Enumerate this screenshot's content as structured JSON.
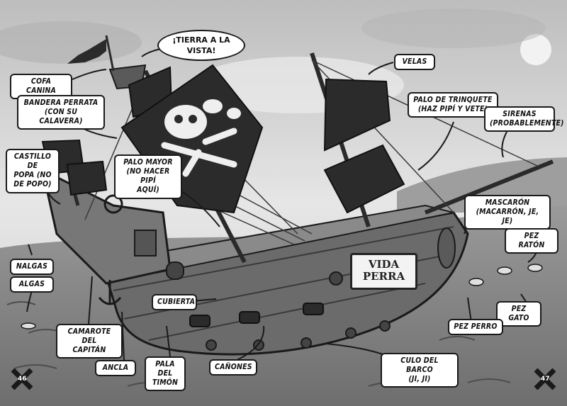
{
  "labels": {
    "cofa_canina": "COFA CANINA",
    "tierra_a_la_vista": "¡TIERRA A LA\nVISTA!",
    "velas": "VELAS",
    "bandera_perrata": "BANDERA PERRATA\n(CON SU CALAVERA)",
    "palo_de_trinquete": "PALO DE TRINQUETE\n(HAZ PIPÍ Y VETE)",
    "sirenas": "SIRENAS\n(PROBABLEMENTE)",
    "castillo_de_popa": "CASTILLO DE\nPOPA (NO\nDE POPO)",
    "palo_mayor": "PALO MAYOR\n(NO HACER PIPÍ\nAQUÍ)",
    "mascaron": "MASCARÓN\n(MACARRÓN, JE, JE)",
    "pez_raton": "PEZ RATÓN",
    "nalgas": "NALGAS",
    "algas": "ALGAS",
    "cubierta": "CUBIERTA",
    "pez_gato": "PEZ GATO",
    "pez_perro": "PEZ PERRO",
    "camarote_del_capitan": "CAMAROTE DEL\nCAPITÁN",
    "ancla": "ANCLA",
    "pala_del_timon": "PALA DEL\nTIMÓN",
    "canones": "CAÑONES",
    "culo_del_barco": "CULO DEL BARCO\n(JI, JI)"
  },
  "ship_name": "VIDA\nPERRA",
  "page_numbers": {
    "left": "46",
    "right": "47"
  },
  "colors": {
    "sky": "#d9d9d9",
    "sea": "#8c8c8c",
    "hull": "#6b6b6b",
    "sail": "#2b2b2b",
    "label_bg": "#ffffff",
    "ink": "#1a1a1a"
  },
  "icons": [
    "skull-and-bones-flag",
    "sun",
    "crossed-bones-page-marker"
  ]
}
